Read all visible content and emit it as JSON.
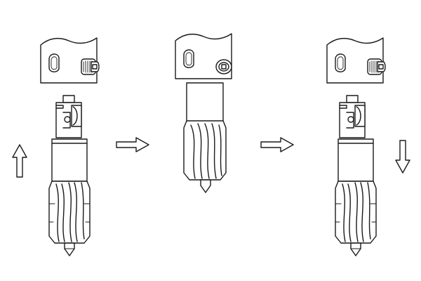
{
  "diagram": {
    "description_free": true,
    "stages": [
      {
        "id": "stage-1",
        "state": "cutter-separate"
      },
      {
        "id": "stage-2",
        "state": "cutter-inserted"
      },
      {
        "id": "stage-3",
        "state": "cutter-separate"
      }
    ],
    "arrows": [
      {
        "id": "arrow-1",
        "direction": "up"
      },
      {
        "id": "arrow-2",
        "direction": "right"
      },
      {
        "id": "arrow-3",
        "direction": "right"
      },
      {
        "id": "arrow-4",
        "direction": "down"
      }
    ],
    "colors": {
      "line": "#1a1a1a",
      "background": "#ffffff"
    },
    "icons": [
      "arbor-holder",
      "annular-cutter",
      "set-screw",
      "pilot-pin",
      "direction-arrow"
    ]
  }
}
